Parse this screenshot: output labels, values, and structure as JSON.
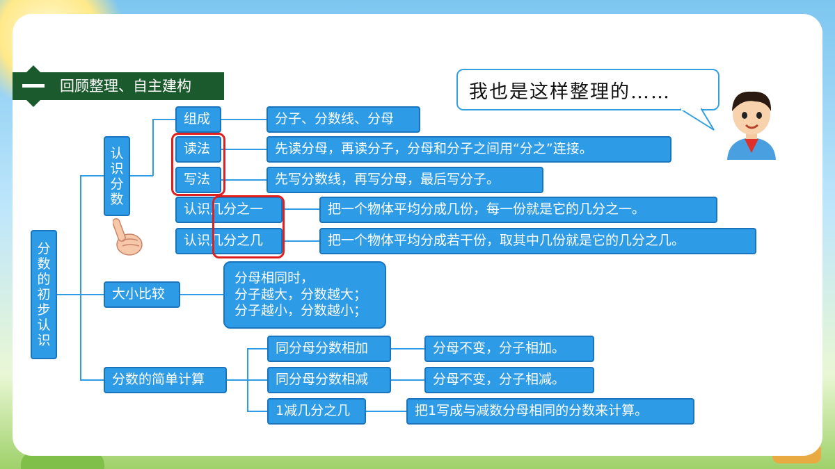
{
  "header": {
    "number": "一",
    "title": "回顾整理、自主建构"
  },
  "bubble": {
    "text": "我也是这样整理的……"
  },
  "root": {
    "label": "分数的初步认识"
  },
  "branch1": {
    "label": "认识分数",
    "rows": [
      {
        "label": "组成",
        "desc": "分子、分数线、分母"
      },
      {
        "label": "读法",
        "desc": " 先读分母，再读分子，分母和分子之间用“分之”连接。"
      },
      {
        "label": "写法",
        "desc": "先写分数线，再写分母，最后写分子。"
      },
      {
        "label": "认识几分之一",
        "desc": "把一个物体平均分成几份，每一份就是它的几分之一。"
      },
      {
        "label": "认识几分之几",
        "desc": "把一个物体平均分成若干份，取其中几份就是它的几分之几。"
      }
    ]
  },
  "branch2": {
    "label": "大小比较",
    "lines": [
      "分母相同时，",
      "分子越大，分数越大；",
      "分子越小，分数越小；"
    ]
  },
  "branch3": {
    "label": "分数的简单计算",
    "rows": [
      {
        "label": "同分母分数相加",
        "desc": "分母不变，分子相加。"
      },
      {
        "label": "同分母分数相减",
        "desc": "分母不变，分子相减。"
      },
      {
        "label": "1减几分之几",
        "desc": "把1写成与减数分母相同的分数来计算。"
      }
    ]
  },
  "colors": {
    "box": "#2d9be6",
    "border": "#1a73bd",
    "highlight": "#e02020",
    "banner": "#1b5a2c"
  }
}
